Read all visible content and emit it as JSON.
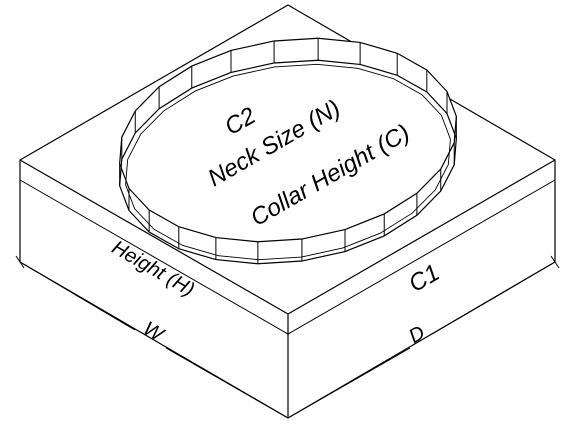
{
  "diagram": {
    "labels": {
      "c2": "C2",
      "neck_size": "Neck Size (N)",
      "collar_height": "Collar Height (C)",
      "height": "Height (H)",
      "c1": "C1",
      "w": "W",
      "d": "D"
    },
    "colors": {
      "line": "#000000",
      "background": "#ffffff"
    },
    "collar_segments": 24
  }
}
